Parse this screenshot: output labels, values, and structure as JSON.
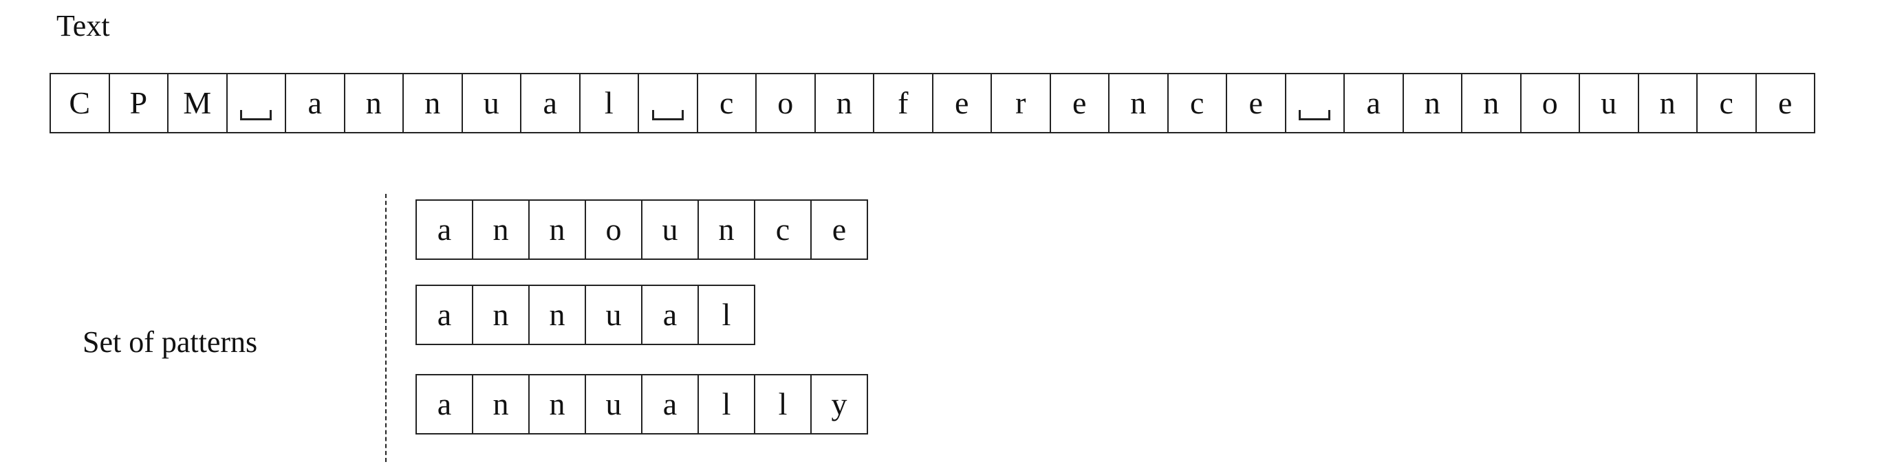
{
  "text_label": "Text",
  "patterns_label": "Set of patterns",
  "text_chars": [
    "C",
    "P",
    "M",
    "␣",
    "a",
    "n",
    "n",
    "u",
    "a",
    "l",
    "␣",
    "c",
    "o",
    "n",
    "f",
    "e",
    "r",
    "e",
    "n",
    "c",
    "e",
    "␣",
    "a",
    "n",
    "n",
    "o",
    "u",
    "n",
    "c",
    "e"
  ],
  "patterns": [
    [
      "a",
      "n",
      "n",
      "o",
      "u",
      "n",
      "c",
      "e"
    ],
    [
      "a",
      "n",
      "n",
      "u",
      "a",
      "l"
    ],
    [
      "a",
      "n",
      "n",
      "u",
      "a",
      "l",
      "l",
      "y"
    ]
  ]
}
